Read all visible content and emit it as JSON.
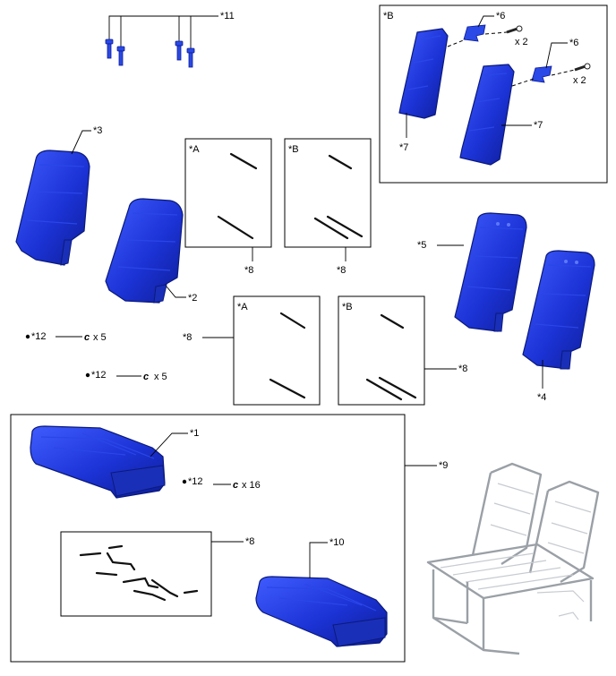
{
  "parts_diagram": {
    "labels": {
      "p1": "*1",
      "p2": "*2",
      "p3": "*3",
      "p4": "*4",
      "p5": "*5",
      "p6a": "*6",
      "p6b": "*6",
      "p7a": "*7",
      "p7b": "*7",
      "p8_a_top": "*8",
      "p8_b_top": "*8",
      "p8_a_bottom": "*8",
      "p8_b_bottom": "*8",
      "p8_cushion": "*8",
      "p9": "*9",
      "p10": "*10",
      "p11": "*11",
      "p12_a": "*12",
      "p12_b": "*12",
      "p12_c": "*12"
    },
    "variant_tags": {
      "box_b_top_right": "*B",
      "box_a_top": "*A",
      "box_b_top": "*B",
      "box_a_bottom": "*A",
      "box_b_bottom": "*B"
    },
    "quantities": {
      "clip_a": "x 5",
      "clip_b": "x 5",
      "clip_c": "x 16",
      "screw_upper": "x 2",
      "screw_lower": "x 2"
    },
    "colors": {
      "part_blue": "#1c33d6",
      "frame_gray": "#9aa0a6"
    }
  }
}
